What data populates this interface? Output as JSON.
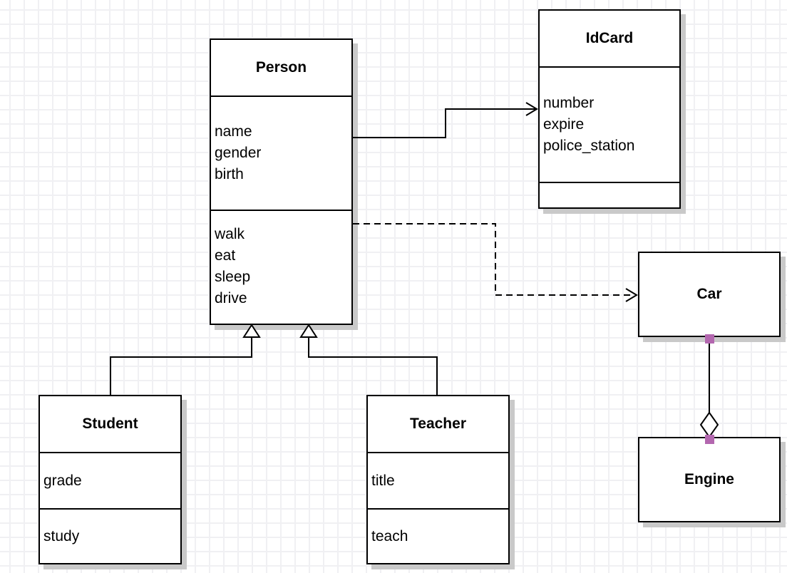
{
  "diagram": {
    "type": "uml-class-diagram",
    "colors": {
      "box_fill": "#ffffff",
      "box_border": "#000000",
      "box_shadow": "#c9c9c9",
      "grid_line": "#f0f0f3",
      "selection_handle": "#b367af",
      "text": "#000000"
    },
    "classes": {
      "person": {
        "title": "Person",
        "attributes": [
          "name",
          "gender",
          "birth"
        ],
        "methods": [
          "walk",
          "eat",
          "sleep",
          "drive"
        ]
      },
      "idcard": {
        "title": "IdCard",
        "attributes": [
          "number",
          "expire",
          "police_station"
        ],
        "methods": []
      },
      "car": {
        "title": "Car",
        "attributes": [],
        "methods": []
      },
      "engine": {
        "title": "Engine",
        "attributes": [],
        "methods": []
      },
      "student": {
        "title": "Student",
        "attributes": [
          "grade"
        ],
        "methods": [
          "study"
        ]
      },
      "teacher": {
        "title": "Teacher",
        "attributes": [
          "title"
        ],
        "methods": [
          "teach"
        ]
      }
    },
    "relationships": [
      {
        "from": "Person",
        "to": "IdCard",
        "type": "association",
        "line": "solid",
        "arrow": "open"
      },
      {
        "from": "Person",
        "to": "Car",
        "type": "dependency",
        "line": "dashed",
        "arrow": "open"
      },
      {
        "from": "Student",
        "to": "Person",
        "type": "generalization",
        "line": "solid",
        "arrow": "hollow-triangle"
      },
      {
        "from": "Teacher",
        "to": "Person",
        "type": "generalization",
        "line": "solid",
        "arrow": "hollow-triangle"
      },
      {
        "from": "Car",
        "to": "Engine",
        "type": "aggregation",
        "line": "solid",
        "arrow": "hollow-diamond",
        "selected": true
      }
    ]
  }
}
